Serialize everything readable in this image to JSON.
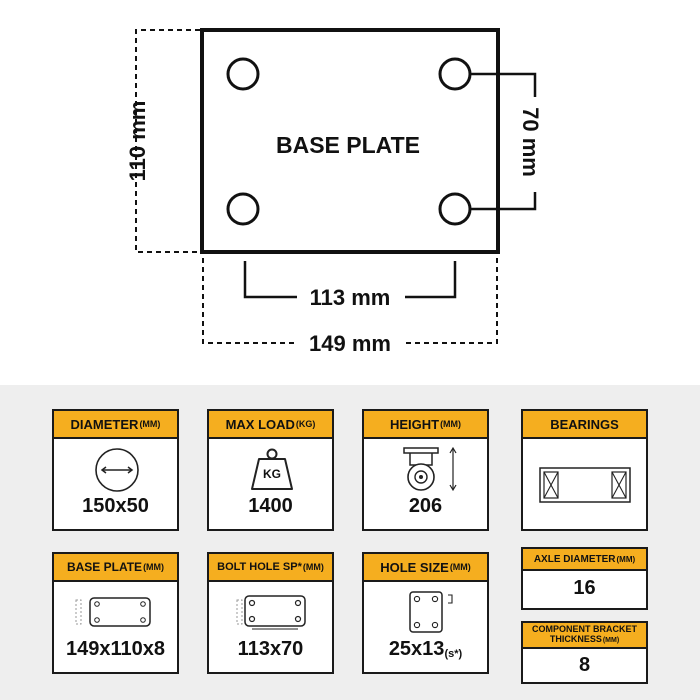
{
  "diagram": {
    "plate_label": "BASE PLATE",
    "height_dim": "110 mm",
    "hole_vertical_dim": "70 mm",
    "hole_horizontal_dim": "113 mm",
    "width_dim": "149 mm"
  },
  "specs": {
    "diameter": {
      "label": "DIAMETER",
      "unit": "(MM)",
      "value": "150x50",
      "icon": "wheel-diameter-icon"
    },
    "max_load": {
      "label": "MAX LOAD",
      "unit": "(KG)",
      "value": "1400",
      "icon_text": "KG",
      "icon": "weight-icon"
    },
    "height": {
      "label": "HEIGHT",
      "unit": "(MM)",
      "value": "206",
      "icon": "caster-wheel-icon"
    },
    "bearings": {
      "label": "BEARINGS",
      "icon": "roller-bearing-icon"
    },
    "base_plate": {
      "label": "BASE PLATE",
      "unit": "(MM)",
      "value": "149x110x8",
      "icon": "base-plate-icon"
    },
    "bolt_hole": {
      "label": "BOLT HOLE SP*",
      "unit": "(MM)",
      "value": "113x70",
      "icon": "bolt-hole-plate-icon"
    },
    "hole_size": {
      "label": "HOLE SIZE",
      "unit": "(MM)",
      "value": "25x13",
      "suffix": "(s*)",
      "icon": "hole-size-plate-icon"
    },
    "axle_diameter": {
      "label": "AXLE DIAMETER",
      "unit": "(MM)",
      "value": "16"
    },
    "bracket_thickness": {
      "label_line1": "COMPONENT BRACKET",
      "label_line2": "THICKNESS",
      "unit": "(MM)",
      "value": "8"
    }
  },
  "colors": {
    "accent": "#f5ae1f",
    "panel_bg": "#eeeeee",
    "ink": "#1a1a1a"
  }
}
